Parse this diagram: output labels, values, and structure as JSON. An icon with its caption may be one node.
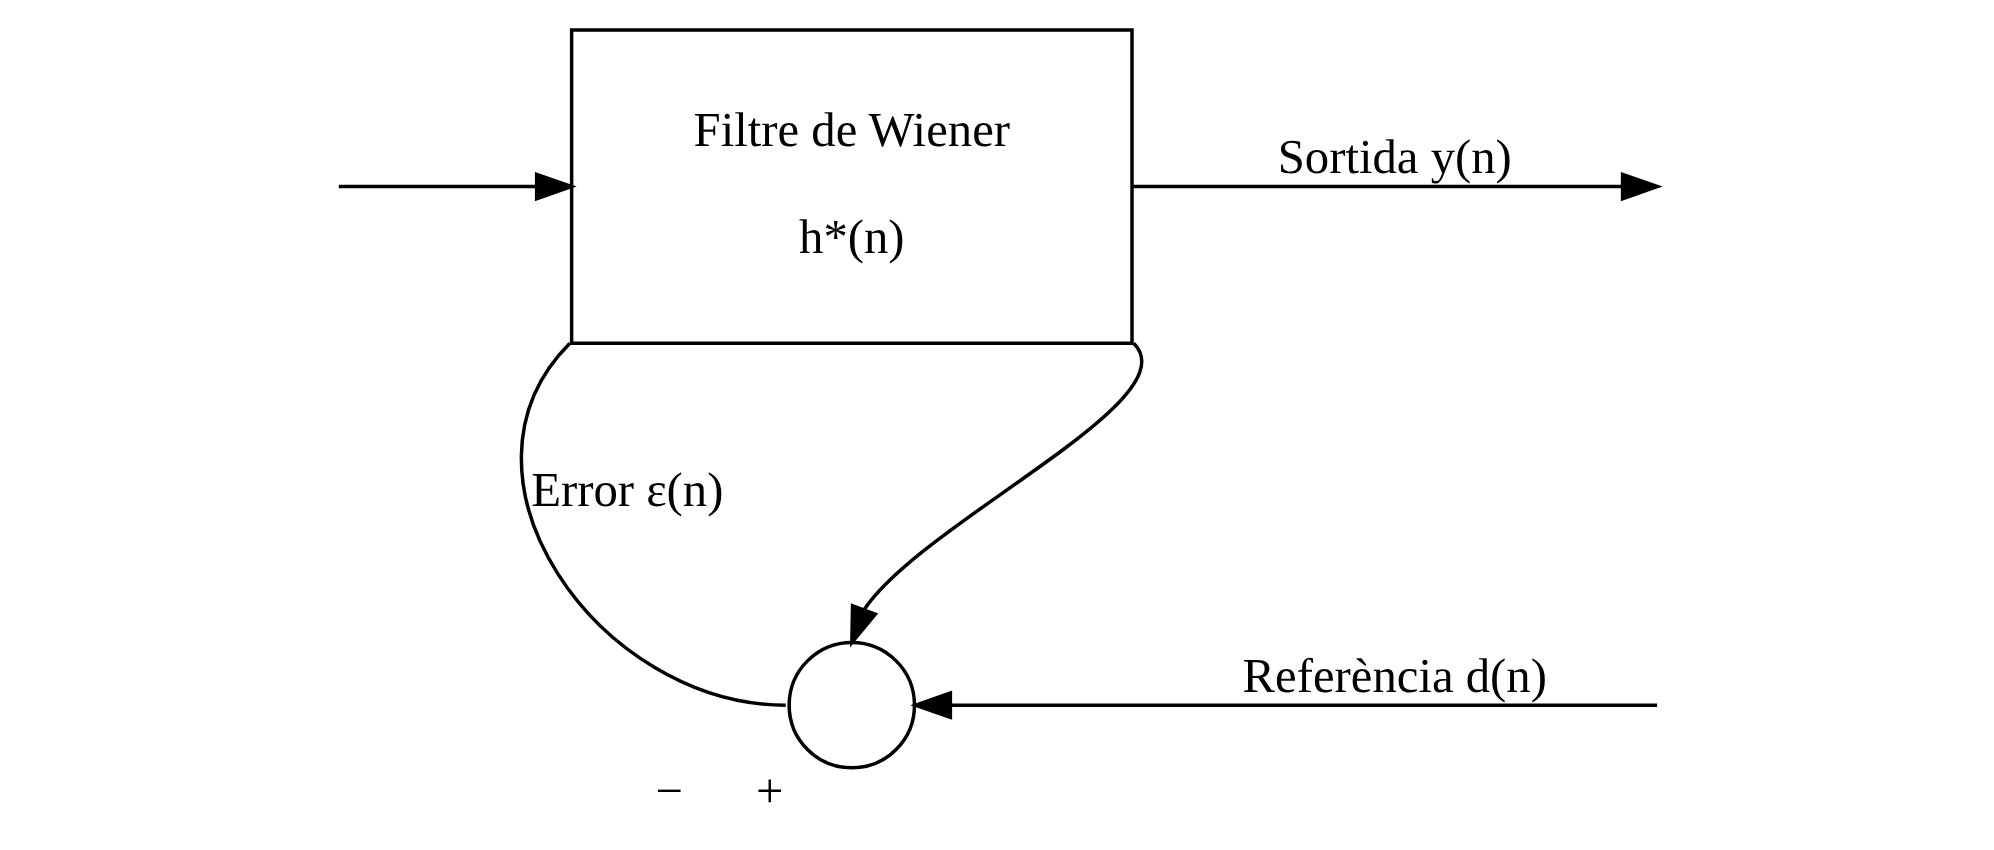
{
  "diagram": {
    "nodes": [
      {
        "text": [
          "Filtre de Wiener",
          "h*(n)"
        ]
      },
      {
        "text": [],
        "shape": "circle",
        "beside": [
          "−",
          "+"
        ]
      }
    ],
    "edges": [
      {
        "from": 0,
        "to": null,
        "arrow": "to",
        "label": "Sortida y(n)"
      },
      {
        "from": null,
        "to": 0,
        "arrow": "to"
      },
      {
        "from": 0,
        "to": 1,
        "arrow": "to"
      },
      {
        "from": null,
        "to": 1,
        "arrow": "to",
        "label": "Referència d(n)"
      },
      {
        "from": 1,
        "to": 0,
        "arrow": "none",
        "label": "Error ε(n)"
      }
    ]
  }
}
